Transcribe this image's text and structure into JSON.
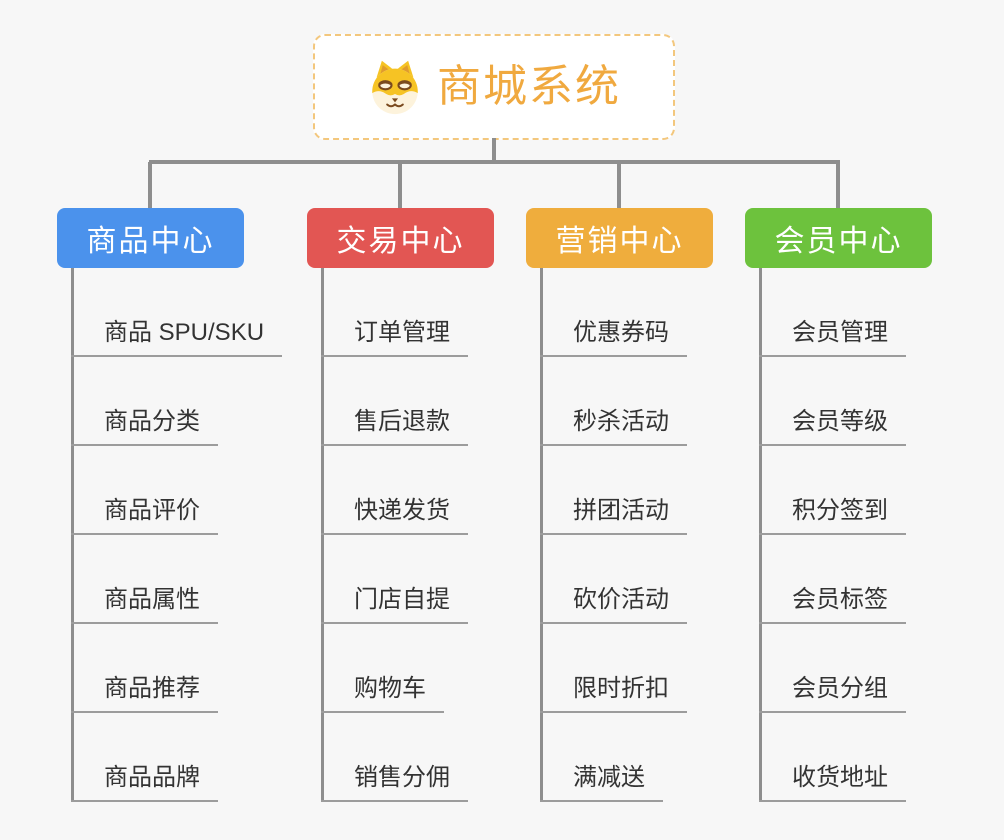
{
  "page": {
    "background_color": "#f7f7f7",
    "connector_color": "#8e8e8e",
    "underline_color": "#9c9c9c",
    "item_text_color": "#333333"
  },
  "root": {
    "title": "商城系统",
    "title_color": "#f0a93f",
    "border_color": "#f3c77d",
    "icon": "doge-face-icon"
  },
  "branches": [
    {
      "label": "商品中心",
      "color": "#4b92ec",
      "items": [
        "商品 SPU/SKU",
        "商品分类",
        "商品评价",
        "商品属性",
        "商品推荐",
        "商品品牌"
      ]
    },
    {
      "label": "交易中心",
      "color": "#e25653",
      "items": [
        "订单管理",
        "售后退款",
        "快递发货",
        "门店自提",
        "购物车",
        "销售分佣"
      ]
    },
    {
      "label": "营销中心",
      "color": "#efad3d",
      "items": [
        "优惠券码",
        "秒杀活动",
        "拼团活动",
        "砍价活动",
        "限时折扣",
        "满减送"
      ]
    },
    {
      "label": "会员中心",
      "color": "#6dc23d",
      "items": [
        "会员管理",
        "会员等级",
        "积分签到",
        "会员标签",
        "会员分组",
        "收货地址"
      ]
    }
  ]
}
